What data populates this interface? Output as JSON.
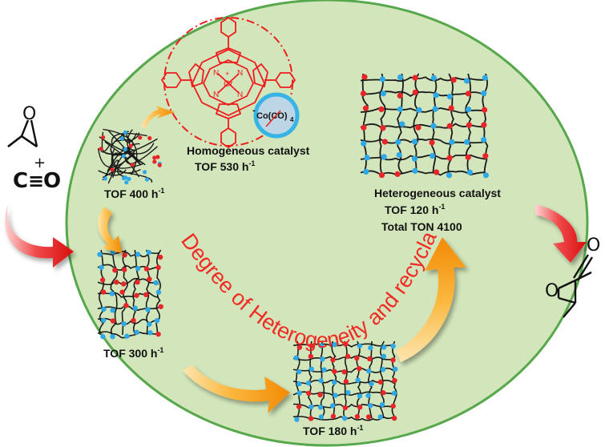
{
  "reactants": {
    "epoxide_atom": "O",
    "co_plus": "+",
    "co_carbon": "C",
    "co_triple": "≡",
    "co_oxygen": "O"
  },
  "product": {
    "ring_o": "O",
    "carbonyl_o": "O"
  },
  "porphyrin": {
    "metal": "Cr",
    "metal_charge": "+",
    "n1": "N",
    "n2": "N",
    "n3": "N",
    "n4": "N"
  },
  "cobalt_complex": {
    "minus": "-",
    "label": "Co(CO)",
    "subscript": "4"
  },
  "labels": {
    "homogeneous": "Homogeneous catalyst",
    "homogeneous_tof": "TOF 530 h",
    "tof_400": "TOF 400 h",
    "tof_300": "TOF 300 h",
    "tof_180": "TOF 180 h",
    "heterogeneous": "Heterogeneous catalyst",
    "heterogeneous_tof": "TOF 120 h",
    "total_ton": "Total TON 4100",
    "unit_exp": "-1"
  },
  "curved_caption": "Degree of Heterogeneity and recyclability",
  "colors": {
    "circle_fill": "#d3e6bb",
    "circle_stroke": "#57a84c",
    "molecule_red": "#ee1c1c",
    "node_blue": "#2ea8e6",
    "node_red": "#e8262a",
    "arrow_orange": "#f7a319",
    "arrow_red": "#e01f1f",
    "cobalt_ring": "#36b4e6"
  }
}
